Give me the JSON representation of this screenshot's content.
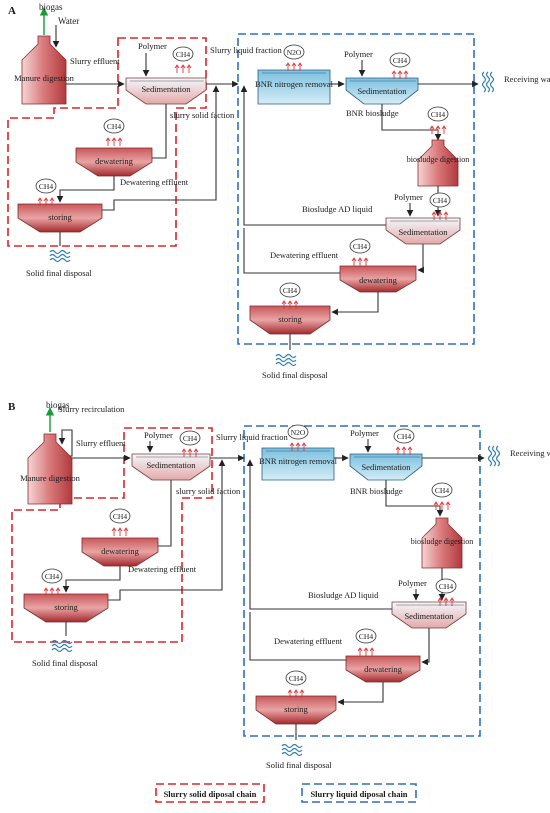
{
  "panel_a": {
    "label": "A",
    "gas_out": "biogas",
    "water_in": "Water",
    "manure_digestion": "Manure digestion",
    "slurry_effluent": "Slurry effluent",
    "polymer_1": "Polymer",
    "ch4_sed": "CH4",
    "sedimentation_1": "Sedimentation",
    "slurry_solid_faction": "slurry solid faction",
    "ch4_dew": "CH4",
    "dewatering_1": "dewatering",
    "ch4_store": "CH4",
    "storing_1": "storing",
    "dewatering_effluent_1": "Dewatering effluent",
    "solid_final_disposal": "Solid final disposal",
    "slurry_liquid_fraction": "Slurry liquid fraction",
    "n2o": "N2O",
    "bnr_removal": "BNR nitrogen removal",
    "polymer_2": "Polymer",
    "ch4_sed2": "CH4",
    "sedimentation_2": "Sedimentation",
    "receiving_water": "Receiving water",
    "bnr_biosludge": "BNR biosludge",
    "ch4_bd": "CH4",
    "biosludge_digestion": "biosludge digestion",
    "polymer_3": "Polymer",
    "ch4_sed3": "CH4",
    "biosludge_ad_liquid": "Biosludge AD liquid",
    "sedimentation_3": "Sedimentation",
    "ch4_dew2": "CH4",
    "dewatering_effluent_2": "Dewatering effluent",
    "dewatering_2": "dewatering",
    "ch4_store2": "CH4",
    "storing_2": "storing",
    "solid_final_disposal_2": "Solid final disposal"
  },
  "panel_b": {
    "label": "B",
    "gas_out": "biogas",
    "slurry_recirculation": "Slurry recirculation",
    "manure_digestion": "Manure digestion",
    "slurry_effluent": "Slurry effluent",
    "polymer_1": "Polymer",
    "ch4_sed": "CH4",
    "sedimentation_1": "Sedimentation",
    "slurry_solid_faction": "slurry solid faction",
    "ch4_dew": "CH4",
    "dewatering_1": "dewatering",
    "ch4_store": "CH4",
    "storing_1": "storing",
    "dewatering_effluent_1": "Dewatering effluent",
    "solid_final_disposal": "Solid final disposal",
    "slurry_liquid_fraction": "Slurry liquid fraction",
    "n2o": "N2O",
    "bnr_removal": "BNR nitrogen removal",
    "polymer_2": "Polymer",
    "ch4_sed2": "CH4",
    "sedimentation_2": "Sedimentation",
    "receiving_water": "Receiving water",
    "bnr_biosludge": "BNR biosludge",
    "ch4_bd": "CH4",
    "biosludge_digestion": "biosludge digestion",
    "polymer_3": "Polymer",
    "ch4_sed3": "CH4",
    "biosludge_ad_liquid": "Biosludge AD liquid",
    "sedimentation_3": "Sedimentation",
    "ch4_dew2": "CH4",
    "dewatering_effluent_2": "Dewatering effluent",
    "dewatering_2": "dewatering",
    "ch4_store2": "CH4",
    "storing_2": "storing",
    "solid_final_disposal_2": "Solid final disposal"
  },
  "legend": {
    "solid_chain": "Slurry solid diposal chain",
    "liquid_chain": "Slurry liquid diposal chain"
  },
  "colors": {
    "solid_chain": "#d9262b",
    "liquid_chain": "#2e6fc4",
    "unit_fill": "#b8393c",
    "clarifier_fill": "#a8d8ea",
    "gas_arrow": "#e0343a"
  }
}
